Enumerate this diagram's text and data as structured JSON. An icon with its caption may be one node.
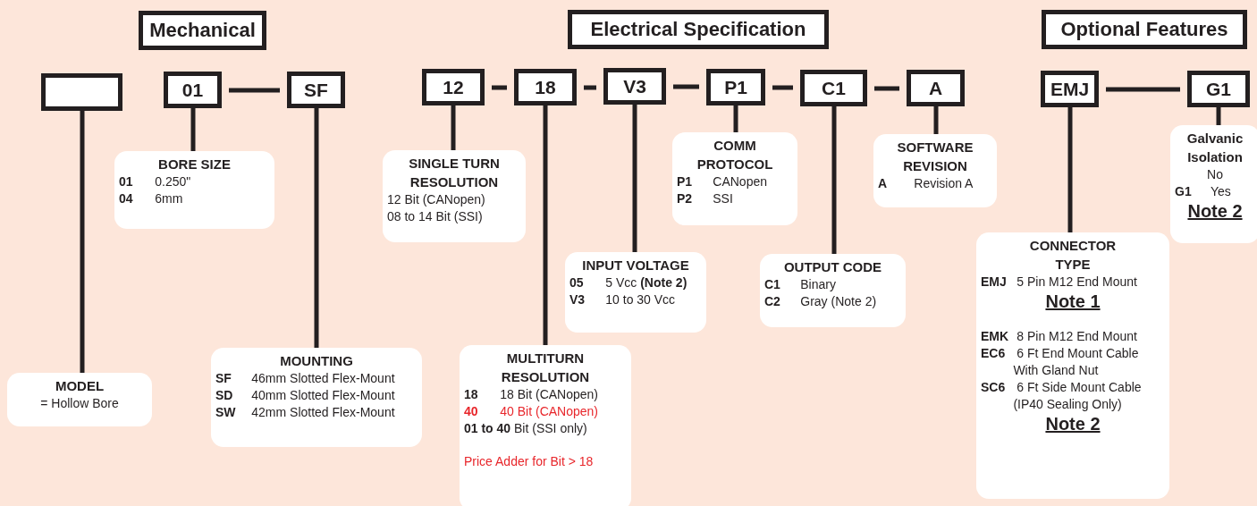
{
  "diagram": {
    "nodes": [
      {
        "text": [
          "Mechanical"
        ]
      },
      {
        "text": [
          "Electrical Specification"
        ]
      },
      {
        "text": [
          "Optional Features"
        ]
      },
      {
        "text": [],
        "shape": "box"
      },
      {
        "text": [
          "01"
        ]
      },
      {
        "text": [
          "SF"
        ]
      },
      {
        "text": [
          "12"
        ]
      },
      {
        "text": [
          "18"
        ]
      },
      {
        "text": [
          "V3"
        ]
      },
      {
        "text": [
          "P1"
        ]
      },
      {
        "text": [
          "C1"
        ]
      },
      {
        "text": [
          "A"
        ]
      },
      {
        "text": [
          "EMJ"
        ]
      },
      {
        "text": [
          "G1"
        ]
      },
      {
        "text": [
          "MODEL",
          "= Hollow Bore"
        ]
      },
      {
        "text": [
          "BORE SIZE",
          "**01** 0.250\"",
          "**04** 6mm"
        ]
      },
      {
        "text": [
          "MOUNTING",
          "**SF** 46mm Slotted Flex-Mount",
          "**SD** 40mm Slotted Flex-Mount",
          "**SW** 42mm Slotted Flex-Mount"
        ]
      },
      {
        "text": [
          "SINGLE TURN RESOLUTION",
          "12 Bit (CANopen)",
          "08 to 14 Bit (SSI)"
        ]
      },
      {
        "text": [
          "MULTITURN RESOLUTION",
          "**18** 18 Bit (CANopen)",
          "**40** 40 Bit (CANopen)",
          "**01 to 40** Bit (SSI only)",
          "Price Adder for Bit > 18"
        ]
      },
      {
        "text": [
          "COMM PROTOCOL",
          "**P1** CANopen",
          "**P2** SSI"
        ]
      },
      {
        "text": [
          "INPUT VOLTAGE",
          "**05** 5 Vcc **(Note 2)**",
          "**V3** 10 to 30 Vcc"
        ]
      },
      {
        "text": [
          "OUTPUT CODE",
          "**C1** Binary",
          "**C2** Gray (Note 2)"
        ]
      },
      {
        "text": [
          "SOFTWARE REVISION",
          "**A** Revision A"
        ]
      },
      {
        "text": [
          "CONNECTOR TYPE",
          "**EMJ** 5 Pin M12 End Mount",
          "Note 1",
          "**EMK** 8 Pin M12 End Mount",
          "**EC6** 6 Ft End Mount Cable With Gland Nut",
          "**SC6** 6 Ft Side Mount Cable (IP40 Sealing Only)",
          "Note 2"
        ]
      },
      {
        "text": [
          "Galvanic Isolation",
          "No",
          "**G1** Yes",
          "Note 2"
        ]
      }
    ],
    "edges": [
      {
        "from": 3,
        "to": 14,
        "arrow": "none"
      },
      {
        "from": 4,
        "to": 5,
        "arrow": "none"
      },
      {
        "from": 4,
        "to": 15,
        "arrow": "none"
      },
      {
        "from": 5,
        "to": 16,
        "arrow": "none"
      },
      {
        "from": 6,
        "to": 7,
        "arrow": "none"
      },
      {
        "from": 7,
        "to": 8,
        "arrow": "none"
      },
      {
        "from": 8,
        "to": 9,
        "arrow": "none"
      },
      {
        "from": 9,
        "to": 10,
        "arrow": "none"
      },
      {
        "from": 10,
        "to": 11,
        "arrow": "none"
      },
      {
        "from": 6,
        "to": 17,
        "arrow": "none"
      },
      {
        "from": 7,
        "to": 18,
        "arrow": "none"
      },
      {
        "from": 8,
        "to": 20,
        "arrow": "none"
      },
      {
        "from": 9,
        "to": 19,
        "arrow": "none"
      },
      {
        "from": 10,
        "to": 21,
        "arrow": "none"
      },
      {
        "from": 11,
        "to": 22,
        "arrow": "none"
      },
      {
        "from": 12,
        "to": 13,
        "arrow": "none"
      },
      {
        "from": 12,
        "to": 23,
        "arrow": "none"
      },
      {
        "from": 13,
        "to": 24,
        "arrow": "none"
      }
    ]
  }
}
